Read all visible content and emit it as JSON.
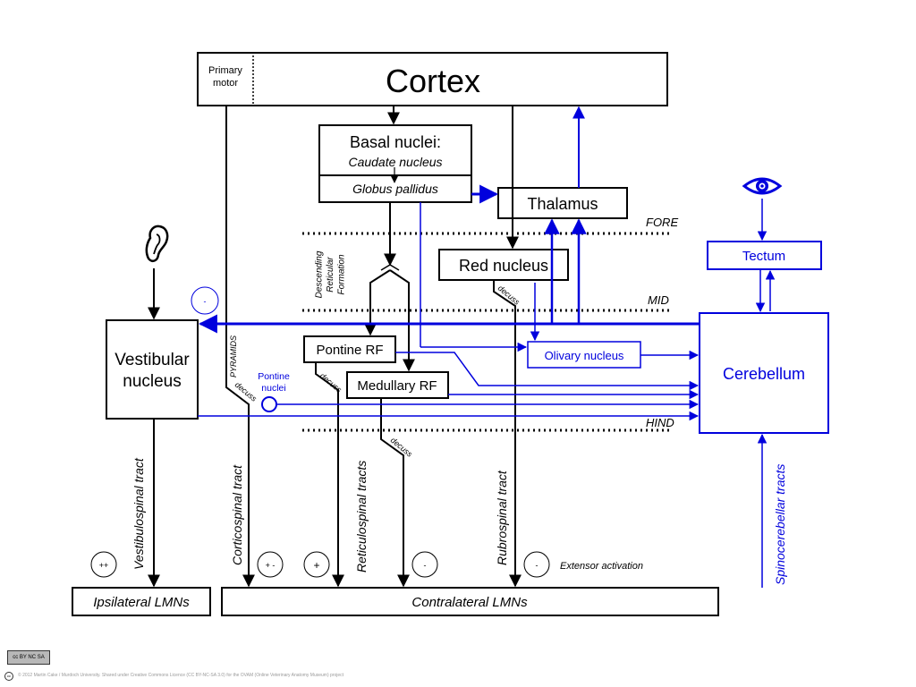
{
  "nodes": {
    "primary_motor": "Primary\nmotor",
    "cortex": "Cortex",
    "basal_nuclei": "Basal nuclei:",
    "caudate": "Caudate nucleus",
    "globus": "Globus pallidus",
    "thalamus": "Thalamus",
    "red_nucleus": "Red nucleus",
    "tectum": "Tectum",
    "vestibular": "Vestibular\nnucleus",
    "pontine_rf": "Pontine RF",
    "medullary_rf": "Medullary RF",
    "olivary": "Olivary nucleus",
    "cerebellum": "Cerebellum",
    "pontine_nuclei": "Pontine\nnuclei",
    "ipsilateral": "Ipsilateral LMNs",
    "contralateral": "Contralateral LMNs"
  },
  "levels": {
    "fore": "FORE",
    "mid": "MID",
    "hind": "HIND"
  },
  "labels": {
    "descending_rf": "Descending\nReticular\nFormation",
    "pyramids": "PYRAMIDS",
    "decuss": "decuss",
    "extensor": "Extensor activation"
  },
  "tracts": {
    "vestibulospinal": "Vestibulospinal tract",
    "corticospinal": "Corticospinal tract",
    "reticulospinal": "Reticulospinal tracts",
    "rubrospinal": "Rubrospinal tract",
    "spinocerebellar": "Spinocerebellar tracts"
  },
  "signs": {
    "vestibulo": "++",
    "cortico": "+ -",
    "pontine": "+",
    "medullary": "-",
    "rubro": "-",
    "tectal": "-"
  },
  "icons": {
    "ear": "ear-icon",
    "eye": "eye-icon"
  },
  "colors": {
    "black": "#000000",
    "blue": "#0000dd"
  },
  "footer": {
    "credit": "© 2012 Martin Cake / Murdoch University. Shared under Creative Commons Licence (CC BY-NC-SA 3.0) for the OVAM (Online Veterinary Anatomy Museum) project",
    "badge": "cc BY NC SA",
    "badge_small": "cc"
  }
}
